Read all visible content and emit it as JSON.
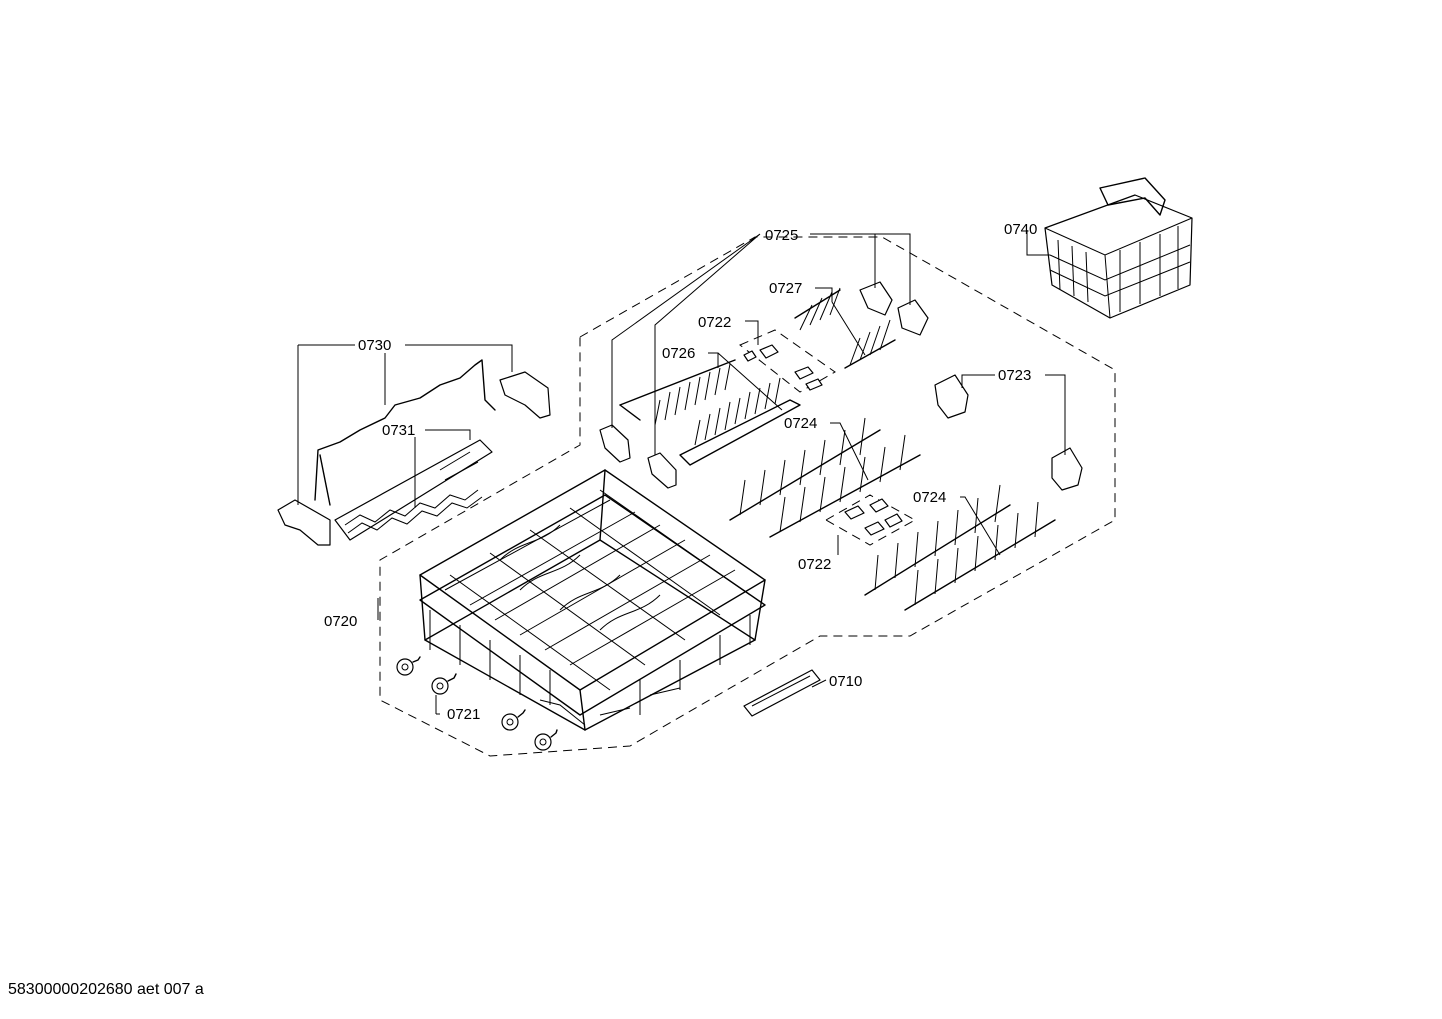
{
  "labels": {
    "p0710": "0710",
    "p0720": "0720",
    "p0721": "0721",
    "p0722a": "0722",
    "p0722b": "0722",
    "p0723": "0723",
    "p0724a": "0724",
    "p0724b": "0724",
    "p0725": "0725",
    "p0726": "0726",
    "p0727": "0727",
    "p0730": "0730",
    "p0731": "0731",
    "p0740": "0740"
  },
  "footer": "58300000202680 aet 007 a"
}
